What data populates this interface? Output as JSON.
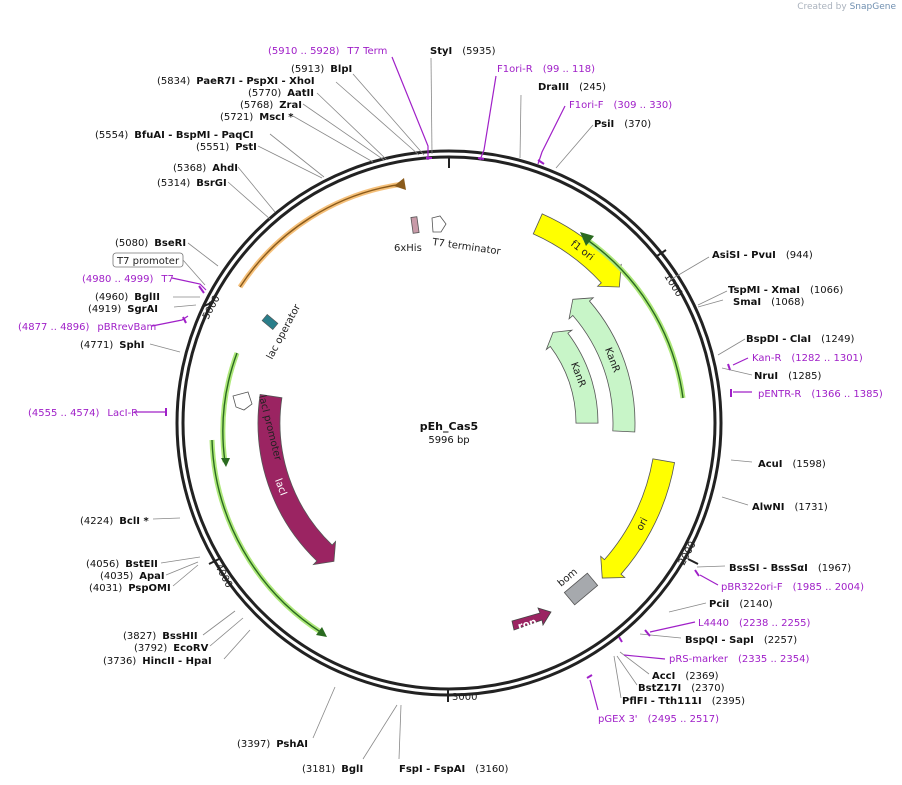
{
  "credit": {
    "prefix": "Created by",
    "brand": "SnapGene"
  },
  "map": {
    "name": "pEh_Cas5",
    "size_label": "5996 bp",
    "total_bp": 5996,
    "ticks": [
      "1000",
      "2000",
      "3000",
      "4000",
      "5000"
    ]
  },
  "colors": {
    "f1ori": "#ffff00",
    "kanR": "#c8f5c8",
    "lacI": "#9b2462",
    "rop": "#9b2462",
    "bom": "#a6a9ad",
    "primer": "#a020c8",
    "highlight_green": "#aee87a",
    "highlight_orange": "#f5c07a"
  },
  "features": [
    {
      "name": "f1 ori",
      "start": 400,
      "end": 856,
      "color": "#ffff00",
      "radius": 218,
      "labeled": true
    },
    {
      "name": "ori",
      "start": 1665,
      "end": 2254,
      "color": "#ffff00",
      "radius": 218,
      "labeled": true
    },
    {
      "name": "KanR",
      "start": 750,
      "end": 1545,
      "color": "#c8f5c8",
      "radius": 175,
      "labeled": true
    },
    {
      "name": "KanR",
      "start": 815,
      "end": 1500,
      "color": "#c8f5c8",
      "radius": 138,
      "labeled": true
    },
    {
      "name": "lacI",
      "start": 3660,
      "end": 4640,
      "color": "#9b2462",
      "radius": 180,
      "labeled": true
    }
  ],
  "feature_labels": [
    {
      "text": "6xHis"
    },
    {
      "text": "T7 terminator"
    },
    {
      "text": "lac operator"
    },
    {
      "text": "lacI promoter"
    },
    {
      "text": "bom"
    },
    {
      "text": "rop"
    }
  ],
  "sites": [
    {
      "name": "StyI",
      "pos": "(5935)"
    },
    {
      "name": "BlpI",
      "pos": "(5913)"
    },
    {
      "name": "PaeR7I - PspXI - XhoI",
      "pos": "(5834)"
    },
    {
      "name": "AatII",
      "pos": "(5770)"
    },
    {
      "name": "ZraI",
      "pos": "(5768)"
    },
    {
      "name": "MscI *",
      "pos": "(5721)"
    },
    {
      "name": "BfuAI - BspMI - PaqCI",
      "pos": "(5554)"
    },
    {
      "name": "PstI",
      "pos": "(5551)"
    },
    {
      "name": "AhdI",
      "pos": "(5368)"
    },
    {
      "name": "BsrGI",
      "pos": "(5314)"
    },
    {
      "name": "BseRI",
      "pos": "(5080)"
    },
    {
      "name": "BglII",
      "pos": "(4960)"
    },
    {
      "name": "SgrAI",
      "pos": "(4919)"
    },
    {
      "name": "SphI",
      "pos": "(4771)"
    },
    {
      "name": "BclI *",
      "pos": "(4224)"
    },
    {
      "name": "BstEII",
      "pos": "(4056)"
    },
    {
      "name": "ApaI",
      "pos": "(4035)"
    },
    {
      "name": "PspOMI",
      "pos": "(4031)"
    },
    {
      "name": "BssHII",
      "pos": "(3827)"
    },
    {
      "name": "EcoRV",
      "pos": "(3792)"
    },
    {
      "name": "HincII - HpaI",
      "pos": "(3736)"
    },
    {
      "name": "PshAI",
      "pos": "(3397)"
    },
    {
      "name": "BglI",
      "pos": "(3181)"
    },
    {
      "name": "FspI - FspAI",
      "pos": "(3160)"
    },
    {
      "name": "DraIII",
      "pos": "(245)"
    },
    {
      "name": "PsiI",
      "pos": "(370)"
    },
    {
      "name": "AsiSI - PvuI",
      "pos": "(944)"
    },
    {
      "name": "TspMI - XmaI",
      "pos": "(1066)"
    },
    {
      "name": "SmaI",
      "pos": "(1068)"
    },
    {
      "name": "BspDI - ClaI",
      "pos": "(1249)"
    },
    {
      "name": "NruI",
      "pos": "(1285)"
    },
    {
      "name": "AcuI",
      "pos": "(1598)"
    },
    {
      "name": "AlwNI",
      "pos": "(1731)"
    },
    {
      "name": "BssSI - BssSαI",
      "pos": "(1967)"
    },
    {
      "name": "PciI",
      "pos": "(2140)"
    },
    {
      "name": "BspQI - SapI",
      "pos": "(2257)"
    },
    {
      "name": "AccI",
      "pos": "(2369)"
    },
    {
      "name": "BstZ17I",
      "pos": "(2370)"
    },
    {
      "name": "PflFI - Tth111I",
      "pos": "(2395)"
    }
  ],
  "primers": [
    {
      "name": "T7 Term",
      "range": "(5910 .. 5928)"
    },
    {
      "name": "F1ori-R",
      "range": "(99 .. 118)"
    },
    {
      "name": "F1ori-F",
      "range": "(309 .. 330)"
    },
    {
      "name": "T7",
      "range": "(4980 .. 4999)"
    },
    {
      "name": "pBRrevBam",
      "range": "(4877 .. 4896)"
    },
    {
      "name": "LacI-R",
      "range": "(4555 .. 4574)"
    },
    {
      "name": "Kan-R",
      "range": "(1282 .. 1301)"
    },
    {
      "name": "pENTR-R",
      "range": "(1366 .. 1385)"
    },
    {
      "name": "pBR322ori-F",
      "range": "(1985 .. 2004)"
    },
    {
      "name": "L4440",
      "range": "(2238 .. 2255)"
    },
    {
      "name": "pRS-marker",
      "range": "(2335 .. 2354)"
    },
    {
      "name": "pGEX 3'",
      "range": "(2495 .. 2517)"
    }
  ],
  "boxed_label": "T7 promoter"
}
